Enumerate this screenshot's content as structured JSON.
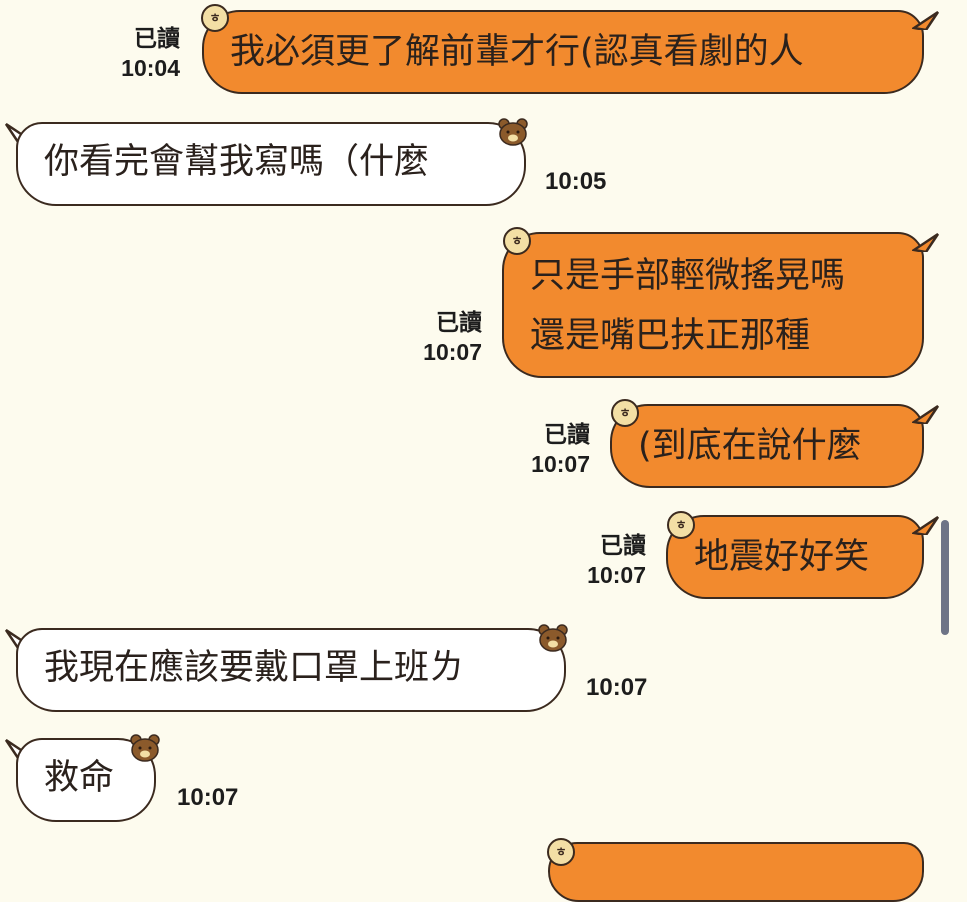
{
  "chat": {
    "messages": [
      {
        "side": "out",
        "read": "已讀",
        "time": "10:04",
        "lines": [
          "我必須更了解前輩才行(認真看劇的人"
        ]
      },
      {
        "side": "in",
        "time": "10:05",
        "lines": [
          "你看完會幫我寫嗎（什麼"
        ]
      },
      {
        "side": "out",
        "read": "已讀",
        "time": "10:07",
        "lines": [
          "只是手部輕微搖晃嗎",
          "還是嘴巴扶正那種"
        ]
      },
      {
        "side": "out",
        "read": "已讀",
        "time": "10:07",
        "lines": [
          "(到底在說什麼"
        ]
      },
      {
        "side": "out",
        "read": "已讀",
        "time": "10:07",
        "lines": [
          "地震好好笑"
        ]
      },
      {
        "side": "in",
        "time": "10:07",
        "lines": [
          "我現在應該要戴口罩上班ㄌ"
        ]
      },
      {
        "side": "in",
        "time": "10:07",
        "lines": [
          "救命"
        ]
      }
    ]
  },
  "icons": {
    "sent_badge": "bee-badge-icon",
    "received_avatar": "brown-bear-icon"
  },
  "colors": {
    "background": "#fdfbee",
    "outgoing_bubble": "#f28a2e",
    "incoming_bubble": "#ffffff",
    "bubble_border": "#3b2a1f"
  }
}
